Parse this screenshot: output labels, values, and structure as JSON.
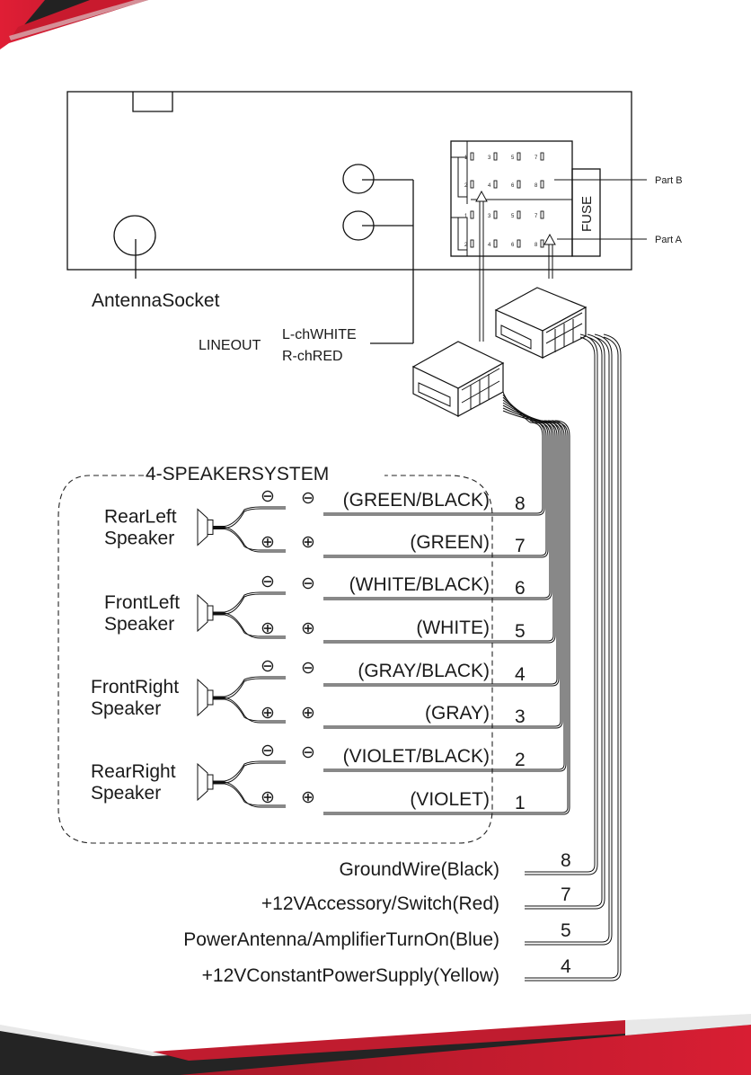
{
  "diagram": {
    "title": "Wiring Diagram",
    "antenna_label": "AntennaSocket",
    "lineout": {
      "label": "LINEOUT",
      "left": "L-chWHITE",
      "right": "R-chRED"
    },
    "connector": {
      "fuse_label": "FUSE",
      "part_b": "Part B",
      "part_a": "Part A",
      "pins_top": [
        "1",
        "3",
        "5",
        "7"
      ],
      "pins_bottom": [
        "2",
        "4",
        "6",
        "8"
      ]
    },
    "speaker_system": {
      "title": "4-SPEAKERSYSTEM",
      "speakers": [
        {
          "name_line1": "RearLeft",
          "name_line2": "Speaker"
        },
        {
          "name_line1": "FrontLeft",
          "name_line2": "Speaker"
        },
        {
          "name_line1": "FrontRight",
          "name_line2": "Speaker"
        },
        {
          "name_line1": "RearRight",
          "name_line2": "Speaker"
        }
      ],
      "minus_symbol": "⊖",
      "plus_symbol": "⊕",
      "wires": [
        {
          "label": "(GREEN/BLACK)",
          "pin": "8",
          "polarity": "minus"
        },
        {
          "label": "(GREEN)",
          "pin": "7",
          "polarity": "plus"
        },
        {
          "label": "(WHITE/BLACK)",
          "pin": "6",
          "polarity": "minus"
        },
        {
          "label": "(WHITE)",
          "pin": "5",
          "polarity": "plus"
        },
        {
          "label": "(GRAY/BLACK)",
          "pin": "4",
          "polarity": "minus"
        },
        {
          "label": "(GRAY)",
          "pin": "3",
          "polarity": "plus"
        },
        {
          "label": "(VIOLET/BLACK)",
          "pin": "2",
          "polarity": "minus"
        },
        {
          "label": "(VIOLET)",
          "pin": "1",
          "polarity": "plus"
        }
      ]
    },
    "power_wires": [
      {
        "label": "GroundWire(Black)",
        "pin": "8"
      },
      {
        "label": "+12VAccessory/Switch(Red)",
        "pin": "7"
      },
      {
        "label": "PowerAntenna/AmplifierTurnOn(Blue)",
        "pin": "5"
      },
      {
        "label": "+12VConstantPowerSupply(Yellow)",
        "pin": "4"
      }
    ],
    "colors": {
      "brand_red": "#e01e35",
      "brand_dark": "#232323",
      "line": "#111111"
    }
  }
}
